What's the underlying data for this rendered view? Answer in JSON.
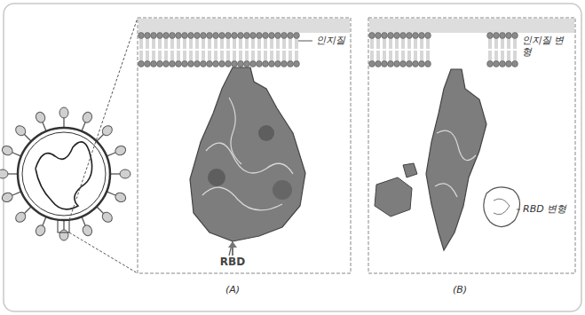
{
  "diagram": {
    "labels": [
      "인지질",
      "RBD",
      "(A)",
      "인지질 변형",
      "RBD 변형",
      "(B)"
    ]
  }
}
